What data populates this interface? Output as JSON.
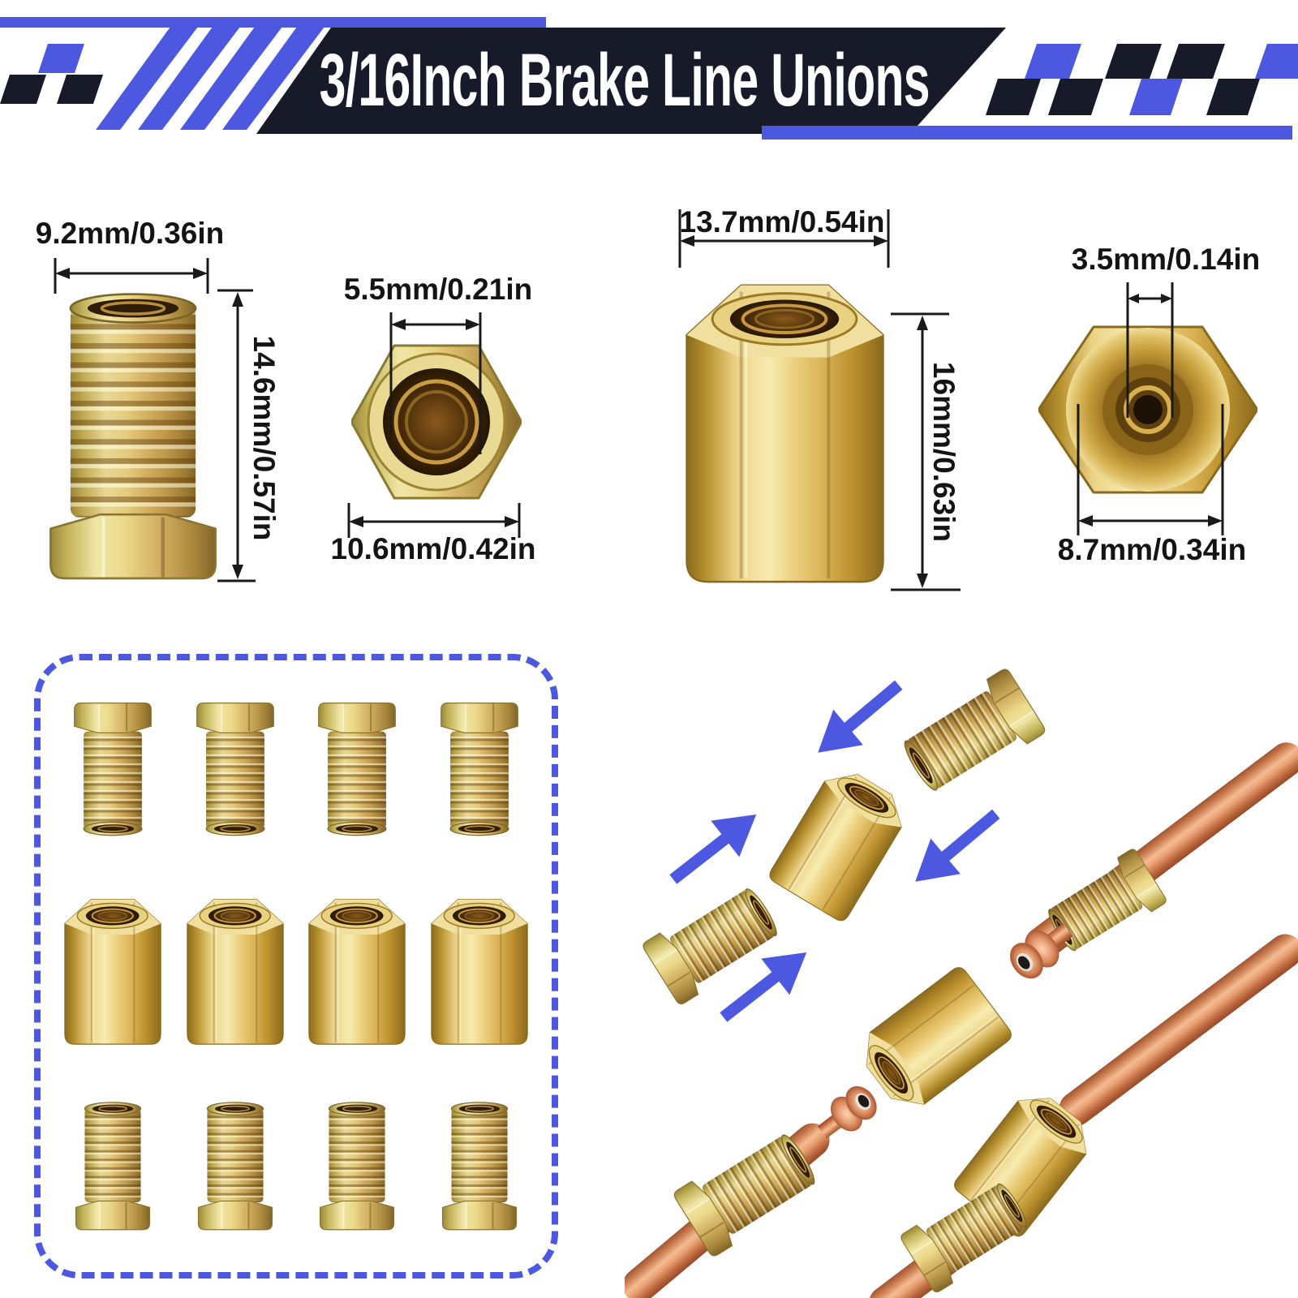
{
  "banner": {
    "title": "3/16Inch Brake Line Unions"
  },
  "palette": {
    "accent_blue": "#4c58e0",
    "banner_dark": "#171a28",
    "dimension_line": "#1a1a1a",
    "label_text": "#141414",
    "brass": "#e2bb57",
    "zinc_plated": "#d9c86e",
    "copper": "#dd8f68",
    "background": "#ffffff"
  },
  "dimension_diagrams": [
    {
      "id": "flare-nut-side-view",
      "labels": {
        "width": "9.2mm/0.36in",
        "height": "14.6mm/0.57in"
      }
    },
    {
      "id": "flare-nut-end-view",
      "labels": {
        "inner_diameter": "5.5mm/0.21in",
        "outer_width": "10.6mm/0.42in"
      }
    },
    {
      "id": "union-side-view",
      "labels": {
        "width": "13.7mm/0.54in",
        "height": "16mm/0.63in"
      }
    },
    {
      "id": "union-end-view",
      "labels": {
        "inner_diameter": "3.5mm/0.14in",
        "outer_width": "8.7mm/0.34in"
      }
    }
  ],
  "kit_box": {
    "rows": [
      {
        "item": "inverted flare tube nut, hex head up",
        "count": 4
      },
      {
        "item": "brass union coupling",
        "count": 4
      },
      {
        "item": "inverted flare tube nut, threads up",
        "count": 4
      }
    ],
    "total_pieces": 12
  },
  "assembly": {
    "blue_arrow_count": 4,
    "copper_lines": 3
  }
}
